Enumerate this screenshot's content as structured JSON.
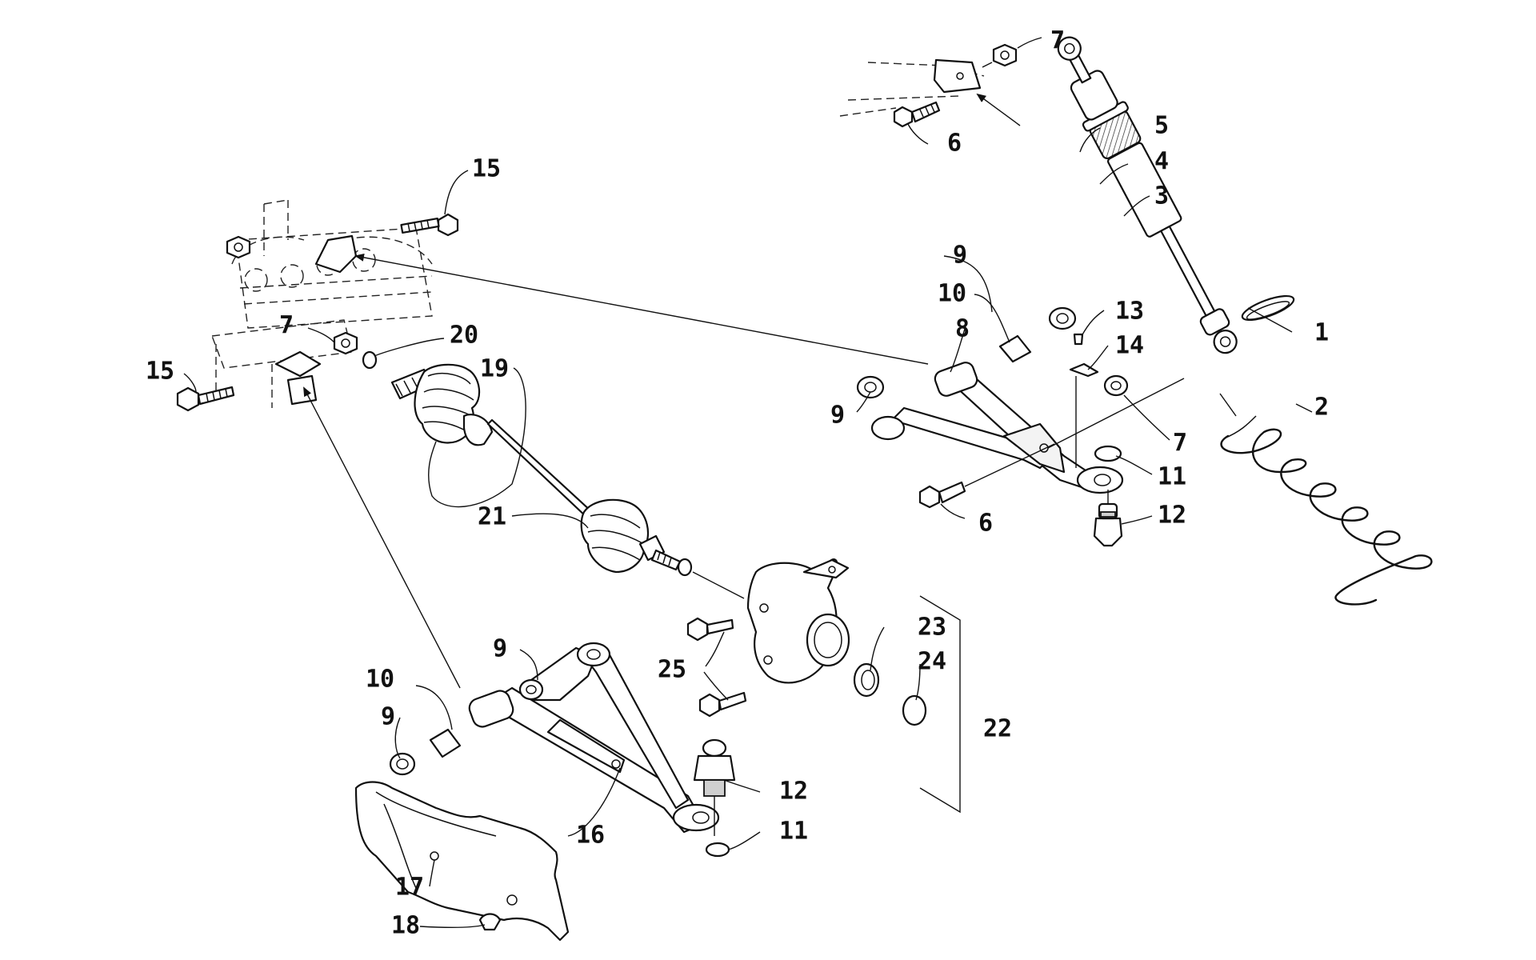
{
  "callouts": {
    "c1": "1",
    "c2": "2",
    "c3": "3",
    "c4": "4",
    "c5": "5",
    "c6a": "6",
    "c6b": "6",
    "c7a": "7",
    "c7b": "7",
    "c7c": "7",
    "c8": "8",
    "c9a": "9",
    "c9b": "9",
    "c9c": "9",
    "c9d": "9",
    "c10a": "10",
    "c10b": "10",
    "c11a": "11",
    "c11b": "11",
    "c12a": "12",
    "c12b": "12",
    "c13": "13",
    "c14": "14",
    "c15a": "15",
    "c15b": "15",
    "c16": "16",
    "c17": "17",
    "c18": "18",
    "c19": "19",
    "c20": "20",
    "c21": "21",
    "c22": "22",
    "c23": "23",
    "c24": "24",
    "c25": "25"
  },
  "colors": {
    "line": "#111111",
    "background": "#ffffff"
  }
}
